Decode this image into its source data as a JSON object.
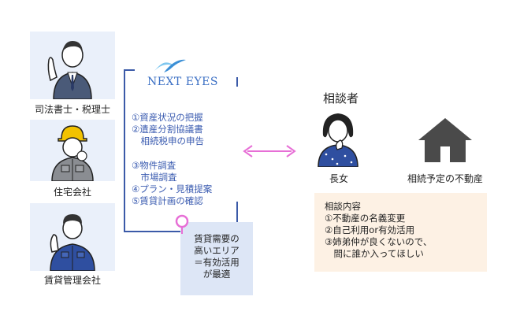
{
  "roles": [
    {
      "label": "司法書士・税理士"
    },
    {
      "label": "住宅会社"
    },
    {
      "label": "賃貸管理会社"
    }
  ],
  "company": {
    "name": "NEXT EYES",
    "services": [
      "①資産状況の把握",
      "②遺産分割協議書",
      "　相続税申の申告",
      "③物件調査",
      "　市場調査",
      "④プラン・見積提案",
      "⑤賃貸計画の確認"
    ],
    "note": [
      "賃貸需要の",
      "高いエリア",
      "＝有効活用",
      "が最適"
    ]
  },
  "consultant": {
    "title": "相談者",
    "person_label": "長女",
    "property_label": "相続予定の不動産"
  },
  "consultation": {
    "title": "相談内容",
    "items": [
      "①不動産の名義変更",
      "②自己利用or有効活用",
      "③姉弟仲が良くないので、",
      "　間に誰か入ってほしい"
    ]
  },
  "colors": {
    "accent_blue": "#3b5aa8",
    "arrow_pink": "#e76fd6",
    "card_blue": "#eaf0fa",
    "consult_bg": "#fdf1e4"
  },
  "icons": [
    "pin-icon",
    "house-icon",
    "double-arrow-icon",
    "logo-swoosh-icon"
  ]
}
